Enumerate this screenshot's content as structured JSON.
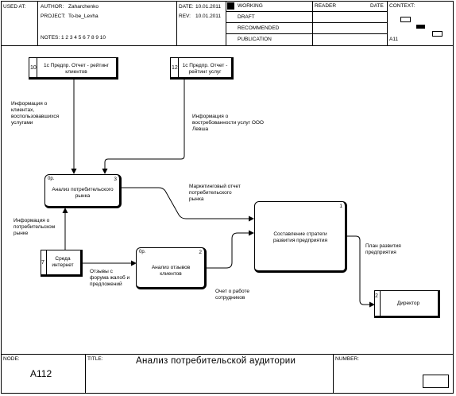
{
  "header": {
    "used_at": "USED AT:",
    "author_label": "AUTHOR:",
    "author": "Zaharchenko",
    "project_label": "PROJECT:",
    "project": "To-be_Levha",
    "notes": "NOTES:  1  2  3  4  5  6  7  8  9  10",
    "date_label": "DATE:",
    "date": "10.01.2011",
    "rev_label": "REV:",
    "rev": "10.01.2011",
    "status_working": "WORKING",
    "status_draft": "DRAFT",
    "status_recommended": "RECOMMENDED",
    "status_publication": "PUBLICATION",
    "reader": "READER",
    "reader_date": "DATE",
    "context": "CONTEXT:",
    "context_node": "A11"
  },
  "footer": {
    "node_label": "NODE:",
    "node": "A112",
    "title_label": "TITLE:",
    "title": "Анализ потребительской  аудитории",
    "number_label": "NUMBER:"
  },
  "diagram": {
    "refs": [
      {
        "num": "10",
        "text": "1с Предпр. Отчет - рейтинг клиентов"
      },
      {
        "num": "12",
        "text": "1с Предпр. Отчет - рейтинг услуг"
      },
      {
        "num": "7",
        "text": "Среда интернет"
      },
      {
        "num": "2",
        "text": "Директор"
      }
    ],
    "activities": [
      {
        "code": "0р.",
        "num": "3",
        "label": "Анализ потребительского рынка"
      },
      {
        "code": "0р.",
        "num": "2",
        "label": "Анализ отзывов клиентов"
      },
      {
        "code": "",
        "num": "1",
        "label": "Составление стратеги развития предприятия"
      }
    ],
    "arrows": [
      "Информация о клиентах, воспользовавшихся услугами",
      "Информация о востребованности услуг ООО Левша",
      "Маркетинговый отчет потребительского рынка",
      "Информация о потребительском рынке",
      "Отзывы с форума жалоб и предложений",
      "Очет о работе сотрудников",
      "План развития предприятия"
    ]
  }
}
